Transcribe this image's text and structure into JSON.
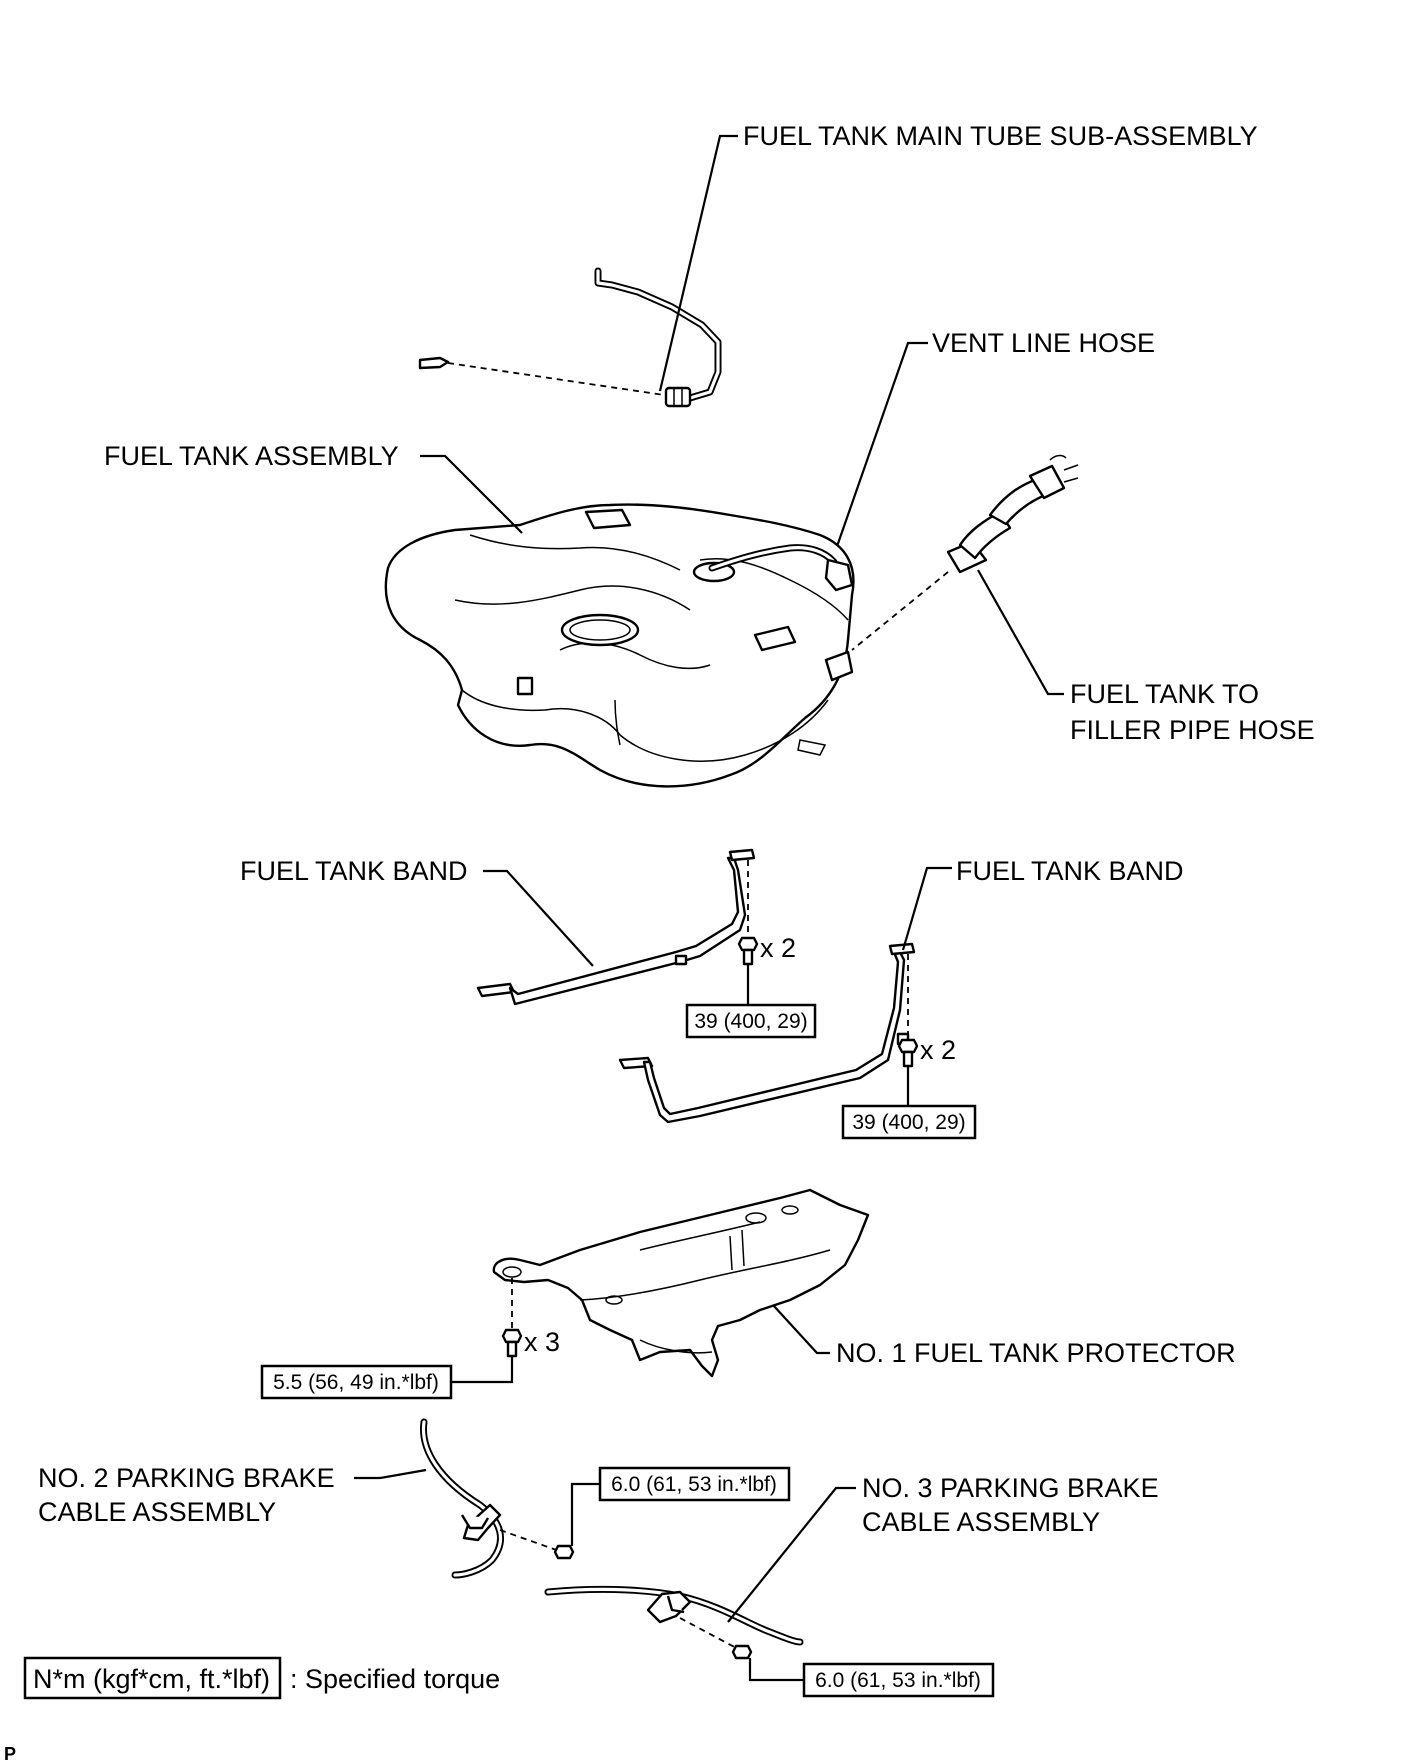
{
  "labels": {
    "main_tube": "FUEL TANK MAIN TUBE SUB-ASSEMBLY",
    "vent_hose": "VENT LINE HOSE",
    "tank_assembly": "FUEL TANK ASSEMBLY",
    "filler_hose_line1": "FUEL TANK TO",
    "filler_hose_line2": "FILLER PIPE HOSE",
    "band_left": "FUEL TANK BAND",
    "band_right": "FUEL TANK BAND",
    "protector": "NO. 1 FUEL TANK PROTECTOR",
    "cable2_line1": "NO. 2 PARKING BRAKE",
    "cable2_line2": "CABLE ASSEMBLY",
    "cable3_line1": "NO. 3 PARKING BRAKE",
    "cable3_line2": "CABLE ASSEMBLY",
    "corner_mark": "P"
  },
  "torques": {
    "band_left": "39 (400, 29)",
    "band_right": "39 (400, 29)",
    "protector": "5.5 (56, 49 in.*lbf)",
    "cable2": "6.0 (61, 53 in.*lbf)",
    "cable3": "6.0 (61, 53 in.*lbf)"
  },
  "counts": {
    "band_left": "x 2",
    "band_right": "x 2",
    "protector": "x 3"
  },
  "legend": {
    "unit_box": "N*m (kgf*cm, ft.*lbf)",
    "description": ": Specified torque"
  }
}
